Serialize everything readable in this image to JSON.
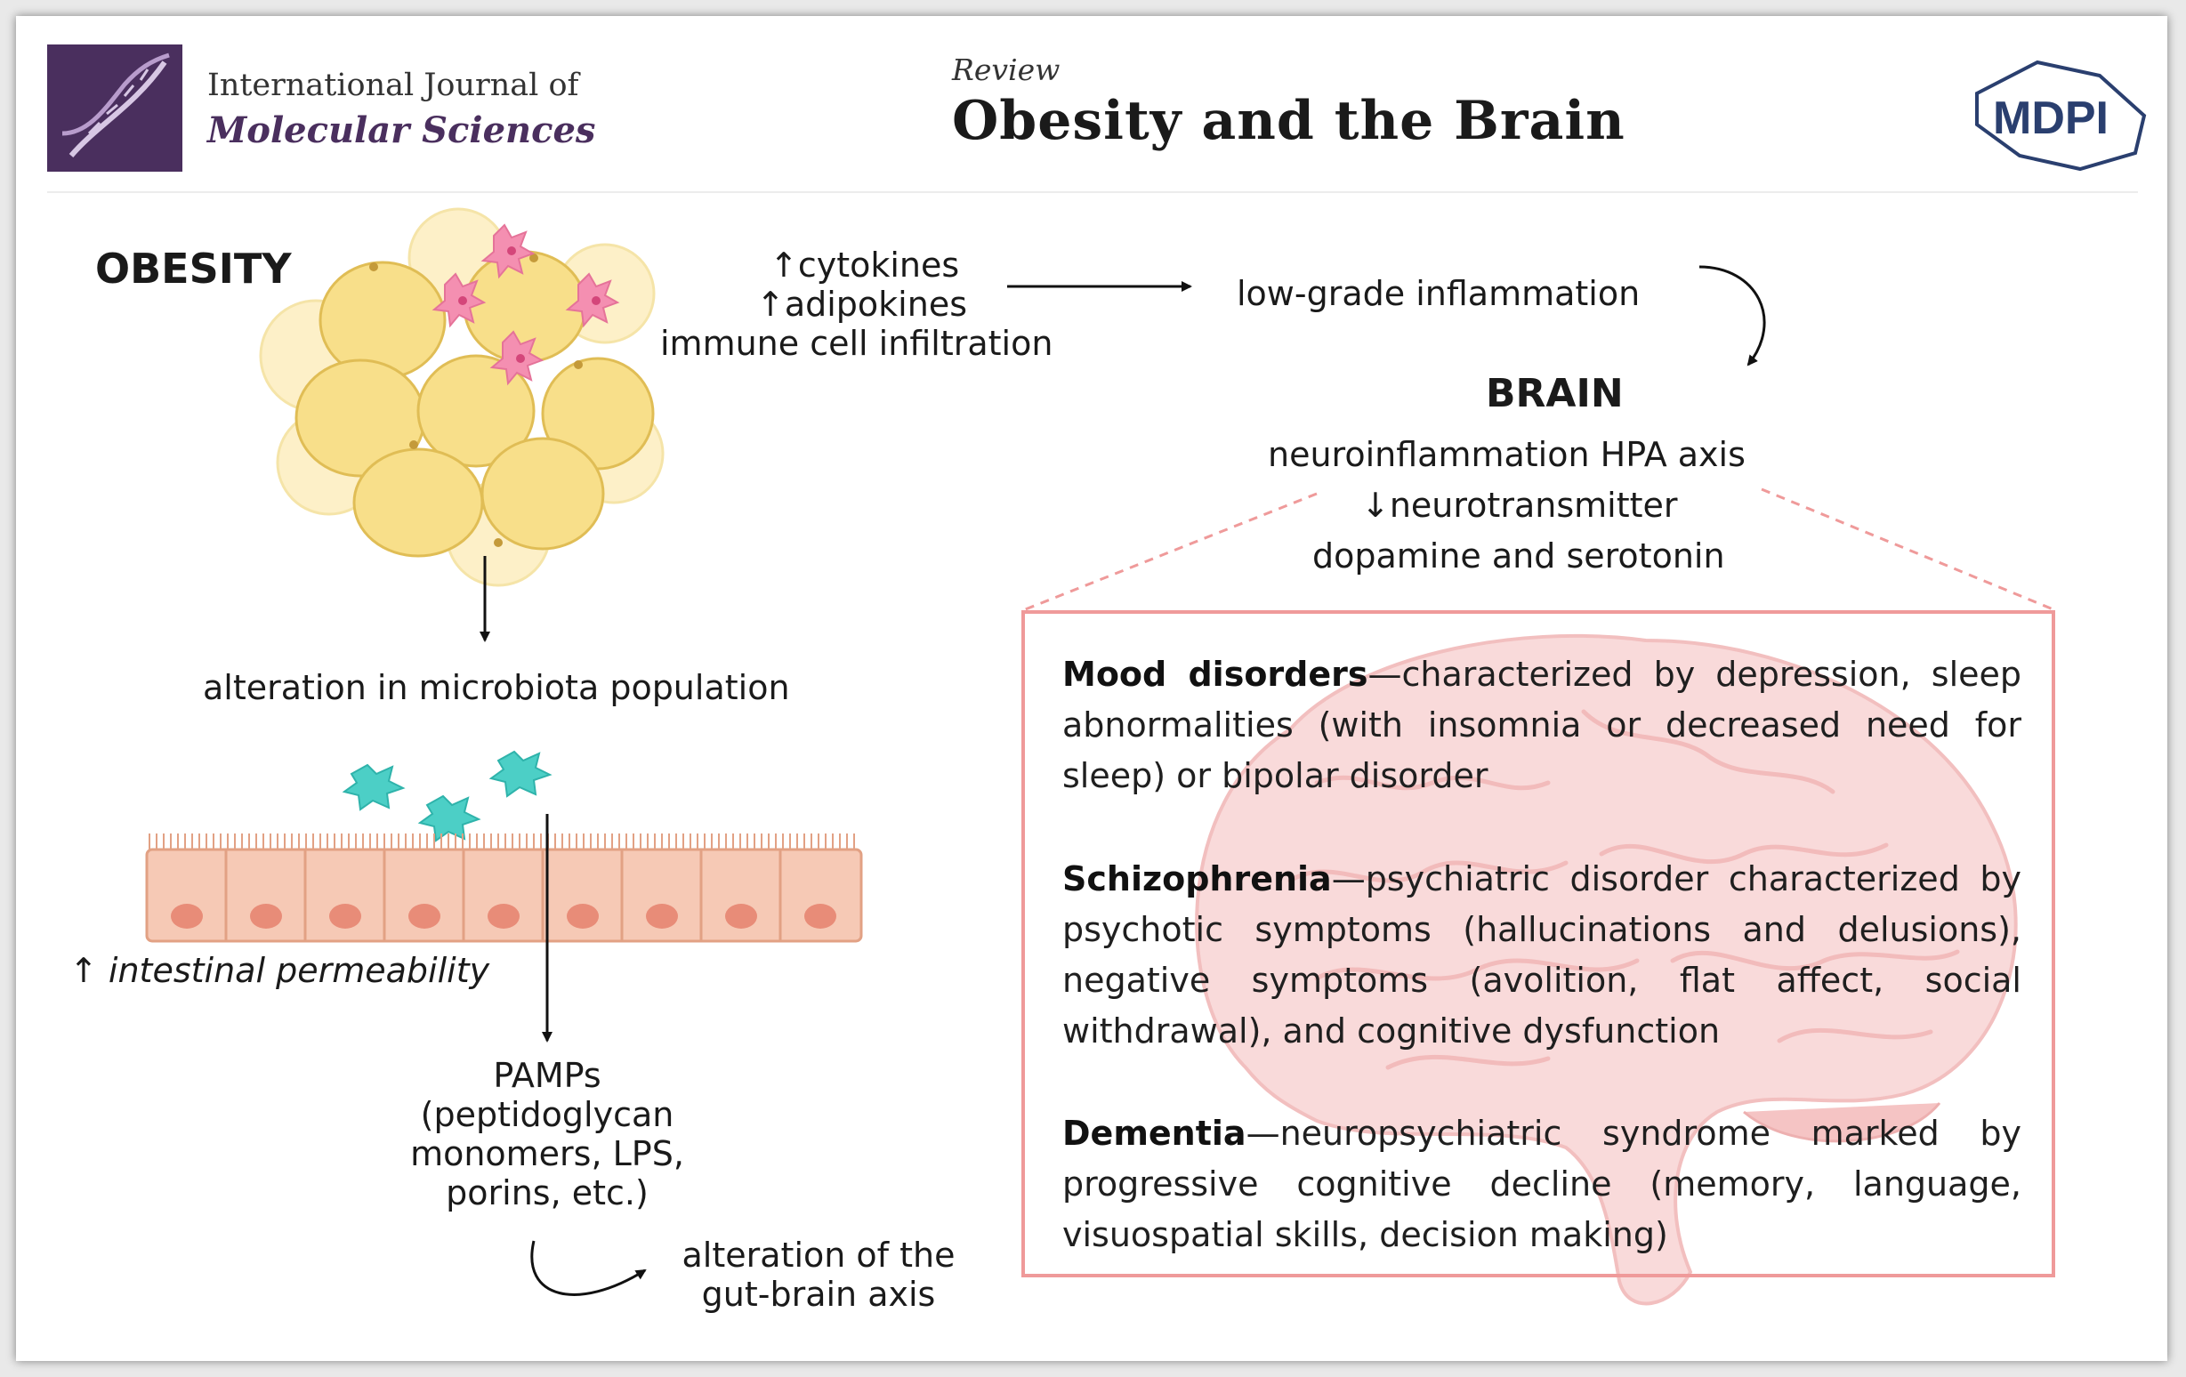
{
  "header": {
    "journal_line1": "International Journal of",
    "journal_line2": "Molecular Sciences",
    "review_label": "Review",
    "title": "Obesity and the Brain",
    "publisher_logo": "MDPI"
  },
  "obesity_label": "OBESITY",
  "brain_label": "BRAIN",
  "top_flow": {
    "cytokines": "↑cytokines",
    "adipokines": "↑adipokines",
    "immune": "immune cell infiltration",
    "inflammation": "low-grade inflammation"
  },
  "brain_effects": {
    "line1": "neuroinflammation HPA axis",
    "line2": "↓neurotransmitter",
    "line3": "dopamine and serotonin"
  },
  "gut_flow": {
    "microbiota": "alteration in microbiota population",
    "permeability": "↑ intestinal permeability",
    "pamps_1": "PAMPs",
    "pamps_2": "(peptidoglycan",
    "pamps_3": "monomers, LPS,",
    "pamps_4": "porins, etc.)",
    "gut_brain_1": "alteration of the",
    "gut_brain_2": "gut-brain axis"
  },
  "disorders": [
    {
      "name": "Mood disorders",
      "text": "—characterized by depression, sleep abnormalities (with insomnia or decreased need for sleep) or bipolar disorder"
    },
    {
      "name": "Schizophrenia",
      "text": "—psychiatric disorder characterized by psychotic symptoms (hallucinations and delusions), negative symptoms (avolition, flat affect, social withdrawal), and cognitive dysfunction"
    },
    {
      "name": "Dementia",
      "text": "—neuropsychiatric syndrome marked by progressive cognitive decline (memory, language, visuospatial skills, decision making)"
    }
  ],
  "icons": {
    "journal_logo": "dna-helix-icon",
    "publisher": "mdpi-hexagon-icon",
    "fat_cells": "adipose-tissue-icon",
    "microbes": "bacteria-icon",
    "epithelium": "intestinal-epithelium-icon",
    "brain": "brain-icon"
  },
  "colors": {
    "journal_purple": "#4a2f5e",
    "mdpi_blue": "#2a3f6f",
    "fat_cell": "#f8df8a",
    "immune_cell": "#f48fb1",
    "bacteria": "#4ccfc6",
    "epithelium": "#f6c9b5",
    "brain": "#f7c6c6",
    "box_border": "#ef9a9a"
  }
}
